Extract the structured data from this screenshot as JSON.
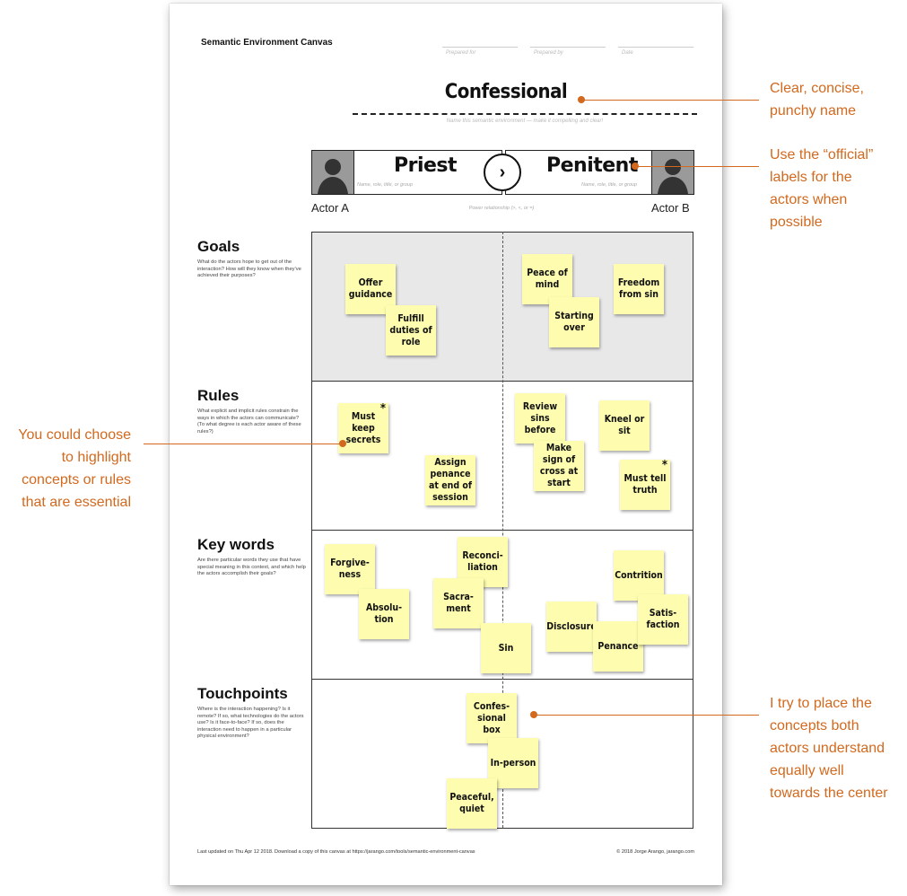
{
  "canvas": {
    "title": "Semantic Environment Canvas",
    "header_fields": [
      "Prepared for",
      "Prepared by",
      "Date"
    ],
    "environment_name": "Confessional",
    "environment_hint": "Name this semantic environment — make it compelling and clear!",
    "actor_a": {
      "name": "Priest",
      "hint": "Name, role, title, or group",
      "label": "Actor A"
    },
    "actor_b": {
      "name": "Penitent",
      "hint": "Name, role, title, or group",
      "label": "Actor B"
    },
    "power_symbol": "›",
    "power_hint": "Power relationship (>, <, or =)",
    "sections": {
      "goals": {
        "title": "Goals",
        "description": "What do the actors hope to get out of the interaction? How will they know when they've achieved their purposes?"
      },
      "rules": {
        "title": "Rules",
        "description": "What explicit and implicit rules constrain the ways in which the actors can communicate? (To what degree is each actor aware of these rules?)"
      },
      "keywords": {
        "title": "Key words",
        "description": "Are there particular words they use that have special meaning in this context, and which help the actors accomplish their goals?"
      },
      "touchpoints": {
        "title": "Touchpoints",
        "description": "Where is the interaction happening? Is it remote? If so, what technologies do the actors use? Is it face-to-face? If so, does the interaction need to happen in a particular physical environment?"
      }
    },
    "notes": {
      "offer_guidance": "Offer guidance",
      "fulfill_duties": "Fulfill duties of role",
      "peace_of_mind": "Peace of mind",
      "starting_over": "Starting over",
      "freedom_from_sin": "Freedom from sin",
      "must_keep_secrets": "Must keep secrets",
      "assign_penance": "Assign penance at end of session",
      "review_sins": "Review sins before",
      "make_sign": "Make sign of cross at start",
      "kneel_or_sit": "Kneel or sit",
      "must_tell_truth": "Must tell truth",
      "forgiveness": "Forgive-ness",
      "absolution": "Absolu-tion",
      "reconciliation": "Reconci-liation",
      "sacrament": "Sacra-ment",
      "sin": "Sin",
      "contrition": "Contrition",
      "disclosure": "Disclosure",
      "satisfaction": "Satis-faction",
      "penance": "Penance",
      "confessional_box": "Confes-sional box",
      "in_person": "In-person",
      "peaceful_quiet": "Peaceful, quiet",
      "star": "*"
    },
    "footer_left": "Last updated on Thu Apr 12 2018. Download a copy of this canvas at https://jarango.com/tools/semantic-environment-canvas",
    "footer_right": "© 2018 Jorge Arango, jarango.com"
  },
  "callouts": {
    "name": [
      "Clear, concise,",
      "punchy name"
    ],
    "labels": [
      "Use the “official”",
      "labels for the",
      "actors when",
      "possible"
    ],
    "highlight": [
      "You could choose",
      "to highlight",
      "concepts or rules",
      "that are essential"
    ],
    "center": [
      "I try to place the",
      "concepts both",
      "actors understand",
      "equally well",
      "towards the center"
    ]
  },
  "colors": {
    "accent": "#d2691e",
    "sticky": "#fdfcaf",
    "goals_bg": "#e8e8e8"
  }
}
